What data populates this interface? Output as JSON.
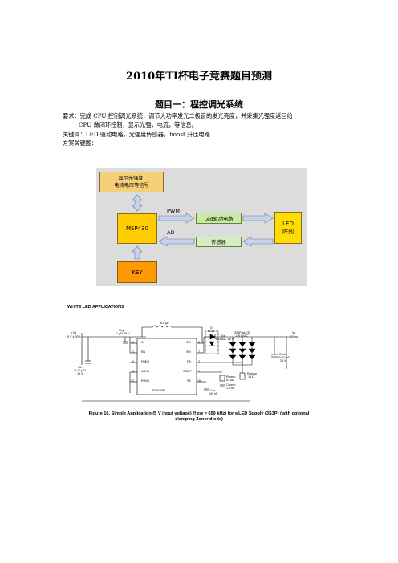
{
  "document": {
    "title": "2010年TI杯电子竞赛题目预测",
    "section_title": "题目一：程控调光系统",
    "requirement_line1": "要求：完成 CPU 控制调光系统，调节大功率发光二极管的发光亮度，并采集光强度返回给",
    "requirement_line2": "CPU 做闭环控制，显示光强，电流，等信息。",
    "keywords": "关键词：LED 驱动电路，光强度传感器，boost 升压电路",
    "scheme_intro": "方案关键图："
  },
  "block_diagram": {
    "display_line1": "显示光强度,",
    "display_line2": "电流电压等信号",
    "mcu": "MSP430",
    "led_driver": "Led驱动电路",
    "led_array_line1": "LED",
    "led_array_line2": "阵列",
    "sensor": "传感器",
    "key": "KEY",
    "pwm_label": "PWM",
    "ad_label": "AD",
    "colors": {
      "display": "#f6d079",
      "mcu": "#ffcc00",
      "driver": "#c9e9a6",
      "led": "#ffdd00",
      "sensor": "#d6eec2",
      "key": "#ff9900",
      "arrow": "#c7d3ea",
      "panel": "#dcdcdc"
    }
  },
  "schematic": {
    "heading": "WHITE LED APPLICATIONS",
    "chip": "TPS61087",
    "pins_left": [
      "IN",
      "EN",
      "FREQ",
      "AGND",
      "PGND"
    ],
    "pins_right": [
      "SW",
      "SW",
      "FB",
      "COMP",
      "SS"
    ],
    "pin_nums_left": [
      "6",
      "3",
      "9",
      "4",
      "12"
    ],
    "pin_nums_right": [
      "8",
      "7",
      "2",
      "1",
      "10"
    ],
    "labels": {
      "vin": "V IN",
      "vin_val": "5 V ± 20%",
      "inductor": "L",
      "inductor_val": "6.8 µH",
      "diode": "D",
      "diode_val": "SL22",
      "zener": "Dz",
      "zener_val": "BZX84C 18 V",
      "wled": "3S3P wLED",
      "wled_part": "LW E67C",
      "vs": "Vs",
      "vs_val": "60 mA",
      "cby": "Cby",
      "cby_val": "1 µF/ 16 V",
      "cin": "Cin",
      "cin_val": "2* 10 µF/",
      "cin_v": "16 V",
      "cout": "Cout",
      "cout_val": "4* 10 µF/",
      "cout_v": "25 V",
      "rsense": "Rsense",
      "rsense_val": "14 Ω",
      "rcomp": "Rcomp",
      "rcomp_val": "51 kΩ",
      "ccomp": "Ccomp",
      "ccomp_val": "1.8 nF",
      "css": "Css",
      "css_val": "100 nF"
    },
    "caption_line1": "Figure 16. Simple Application (5 V input voltage) (f sw = 650 kHz) for wLED Supply (3S3P) (with optional",
    "caption_line2": "clamping Zener diode)"
  }
}
